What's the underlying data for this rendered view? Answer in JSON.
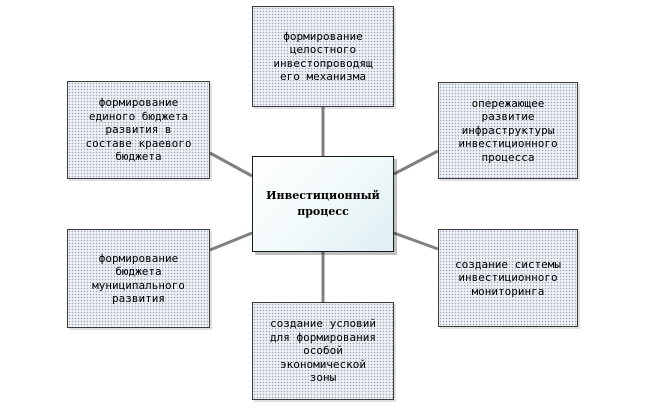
{
  "center": {
    "label": "Инвестиционный\nпроцесс"
  },
  "nodes": [
    {
      "id": "top",
      "label": "формирование\nцелостного\nинвестопроводящ\nего механизма"
    },
    {
      "id": "upper-left",
      "label": "формирование\nединого бюджета\nразвития в\nсоставе краевого\nбюджета"
    },
    {
      "id": "upper-right",
      "label": "опережающее\nразвитие\nинфраструктуры\nинвестиционного\nпроцесса"
    },
    {
      "id": "lower-left",
      "label": "формирование\nбюджета\nмуниципального\nразвития"
    },
    {
      "id": "lower-right",
      "label": "создание системы\nинвестиционного\nмониторинга"
    },
    {
      "id": "bottom",
      "label": "создание условий\nдля формирования\nособой\nэкономической\nзоны"
    }
  ],
  "colors": {
    "connector": "#808080",
    "border": "#3a3a3a"
  }
}
